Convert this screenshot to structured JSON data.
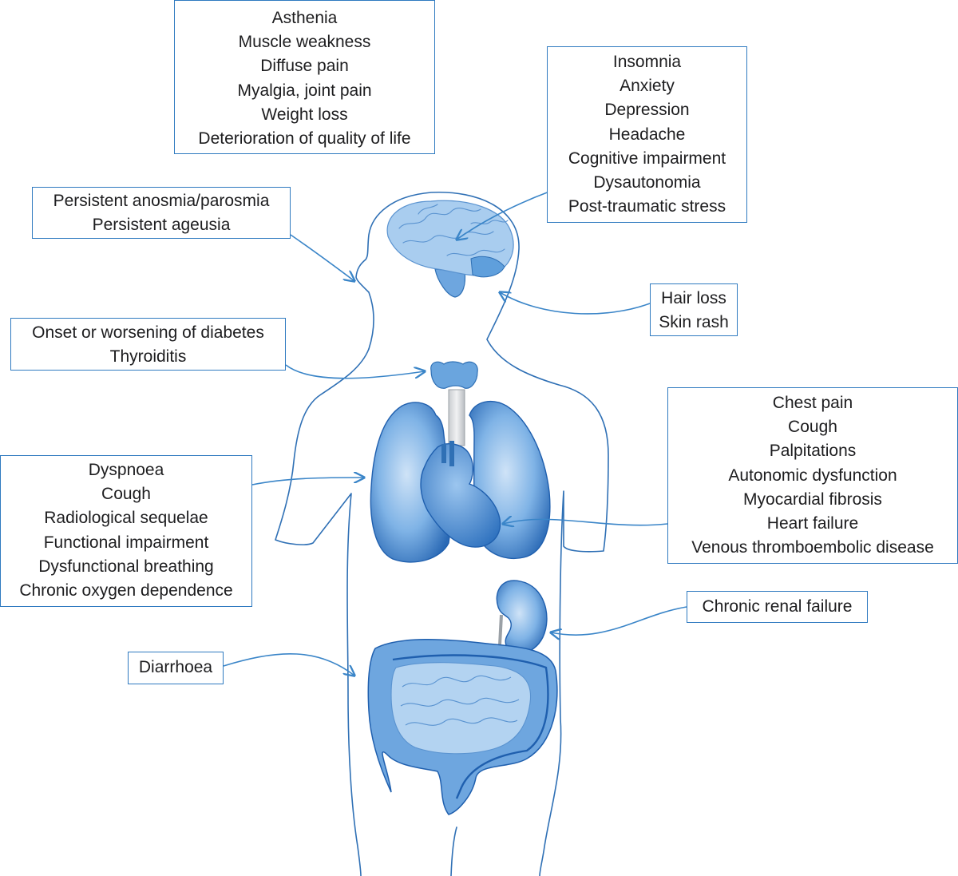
{
  "colors": {
    "border": "#2f7ac0",
    "arrow": "#3a85c8",
    "outline": "#2f70b5",
    "organ_light": "#a9cdef",
    "organ_mid": "#5f9fdc",
    "organ_dark": "#1f5fae",
    "text": "#1d1d1f"
  },
  "boxes": {
    "general": [
      "Asthenia",
      "Muscle weakness",
      "Diffuse pain",
      "Myalgia, joint pain",
      "Weight loss",
      "Deterioration of quality of life"
    ],
    "neuro": [
      "Insomnia",
      "Anxiety",
      "Depression",
      "Headache",
      "Cognitive impairment",
      "Dysautonomia",
      "Post-traumatic stress"
    ],
    "smell": [
      "Persistent anosmia/parosmia",
      "Persistent ageusia"
    ],
    "skin": [
      "Hair loss",
      "Skin rash"
    ],
    "endocrine": [
      "Onset or worsening of diabetes",
      "Thyroiditis"
    ],
    "cardiac": [
      "Chest pain",
      "Cough",
      "Palpitations",
      "Autonomic dysfunction",
      "Myocardial fibrosis",
      "Heart failure",
      "Venous thromboembolic disease"
    ],
    "respiratory": [
      "Dyspnoea",
      "Cough",
      "Radiological sequelae",
      "Functional impairment",
      "Dysfunctional breathing",
      "Chronic oxygen dependence"
    ],
    "renal": [
      "Chronic renal failure"
    ],
    "gut": [
      "Diarrhoea"
    ]
  }
}
